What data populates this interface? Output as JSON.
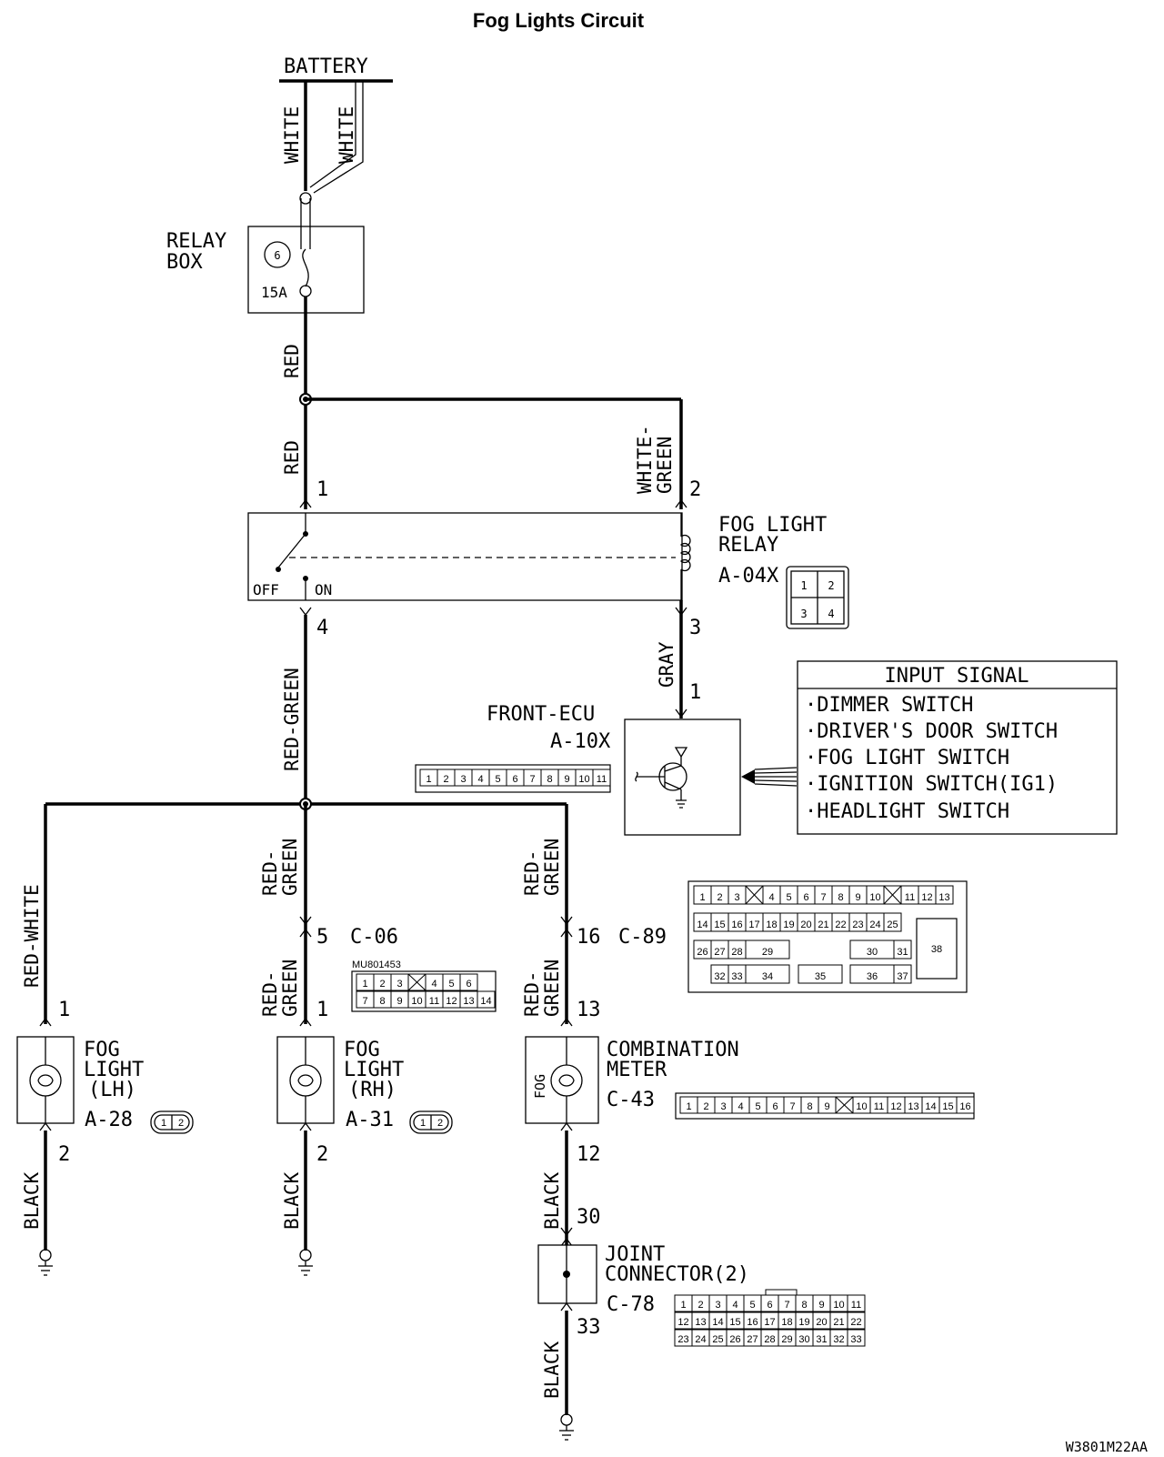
{
  "title": "Fog Lights Circuit",
  "code": "W3801M22AA",
  "battery": "BATTERY",
  "relay_box": {
    "line1": "RELAY",
    "line2": "BOX",
    "fuse_no": "6",
    "rating": "15A"
  },
  "wire_colors": {
    "white": "WHITE",
    "red": "RED",
    "white_green_1": "WHITE-",
    "white_green_2": "GREEN",
    "gray": "GRAY",
    "red_green": "RED-GREEN",
    "red_green_1": "RED-",
    "red_green_2": "GREEN",
    "red_white": "RED-WHITE",
    "black": "BLACK"
  },
  "fog_light_relay": {
    "line1": "FOG LIGHT",
    "line2": "RELAY",
    "connector": "A-04X",
    "off": "OFF",
    "on": "ON",
    "pins": [
      "1",
      "2",
      "3",
      "4"
    ],
    "pin_labels": [
      "1",
      "2",
      "4",
      "3"
    ]
  },
  "front_ecu": {
    "name": "FRONT-ECU",
    "connector": "A-10X",
    "pin": "1",
    "pins": [
      "1",
      "2",
      "3",
      "4",
      "5",
      "6",
      "7",
      "8",
      "9",
      "10",
      "11"
    ]
  },
  "input_signal": {
    "title": "INPUT SIGNAL",
    "items": [
      "·DIMMER SWITCH",
      "·DRIVER'S DOOR SWITCH",
      "·FOG LIGHT SWITCH",
      "·IGNITION SWITCH(IG1)",
      "·HEADLIGHT SWITCH"
    ]
  },
  "c06": {
    "connector": "C-06",
    "part": "MU801453",
    "pin": "5",
    "row1": [
      "1",
      "2",
      "3",
      "",
      "4",
      "5",
      "6"
    ],
    "row2": [
      "7",
      "8",
      "9",
      "10",
      "11",
      "12",
      "13",
      "14"
    ]
  },
  "c89": {
    "connector": "C-89",
    "pin": "16",
    "row1": [
      "1",
      "2",
      "3",
      "",
      "4",
      "5",
      "6",
      "7",
      "8",
      "9",
      "10",
      "",
      "11",
      "12",
      "13"
    ],
    "row2": [
      "14",
      "15",
      "16",
      "17",
      "18",
      "19",
      "20",
      "21",
      "22",
      "23",
      "24",
      "25"
    ],
    "row3": [
      "26",
      "27",
      "28",
      "29",
      "30",
      "31"
    ],
    "row4": [
      "32",
      "33",
      "34",
      "35",
      "36",
      "37"
    ],
    "big": "38"
  },
  "fog_lh": {
    "line1": "FOG",
    "line2": "LIGHT",
    "line3": "(LH)",
    "connector": "A-28",
    "pin_top": "1",
    "pin_bottom": "2",
    "conn_pins": [
      "1",
      "2"
    ]
  },
  "fog_rh": {
    "line1": "FOG",
    "line2": "LIGHT",
    "line3": "(RH)",
    "connector": "A-31",
    "pin_top": "1",
    "pin_bottom": "2",
    "conn_pins": [
      "1",
      "2"
    ]
  },
  "combination_meter": {
    "line1": "COMBINATION",
    "line2": "METER",
    "connector": "C-43",
    "fog": "FOG",
    "pin_top": "13",
    "pin_bottom": "12",
    "pins": [
      "1",
      "2",
      "3",
      "4",
      "5",
      "6",
      "7",
      "8",
      "9",
      "",
      "10",
      "11",
      "12",
      "13",
      "14",
      "15",
      "16"
    ]
  },
  "joint_connector": {
    "line1": "JOINT",
    "line2": "CONNECTOR(2)",
    "connector": "C-78",
    "pin_top": "30",
    "pin_bottom": "33",
    "row1": [
      "1",
      "2",
      "3",
      "4",
      "5",
      "6",
      "7",
      "8",
      "9",
      "10",
      "11"
    ],
    "row2": [
      "12",
      "13",
      "14",
      "15",
      "16",
      "17",
      "18",
      "19",
      "20",
      "21",
      "22"
    ],
    "row3": [
      "23",
      "24",
      "25",
      "26",
      "27",
      "28",
      "29",
      "30",
      "31",
      "32",
      "33"
    ]
  }
}
